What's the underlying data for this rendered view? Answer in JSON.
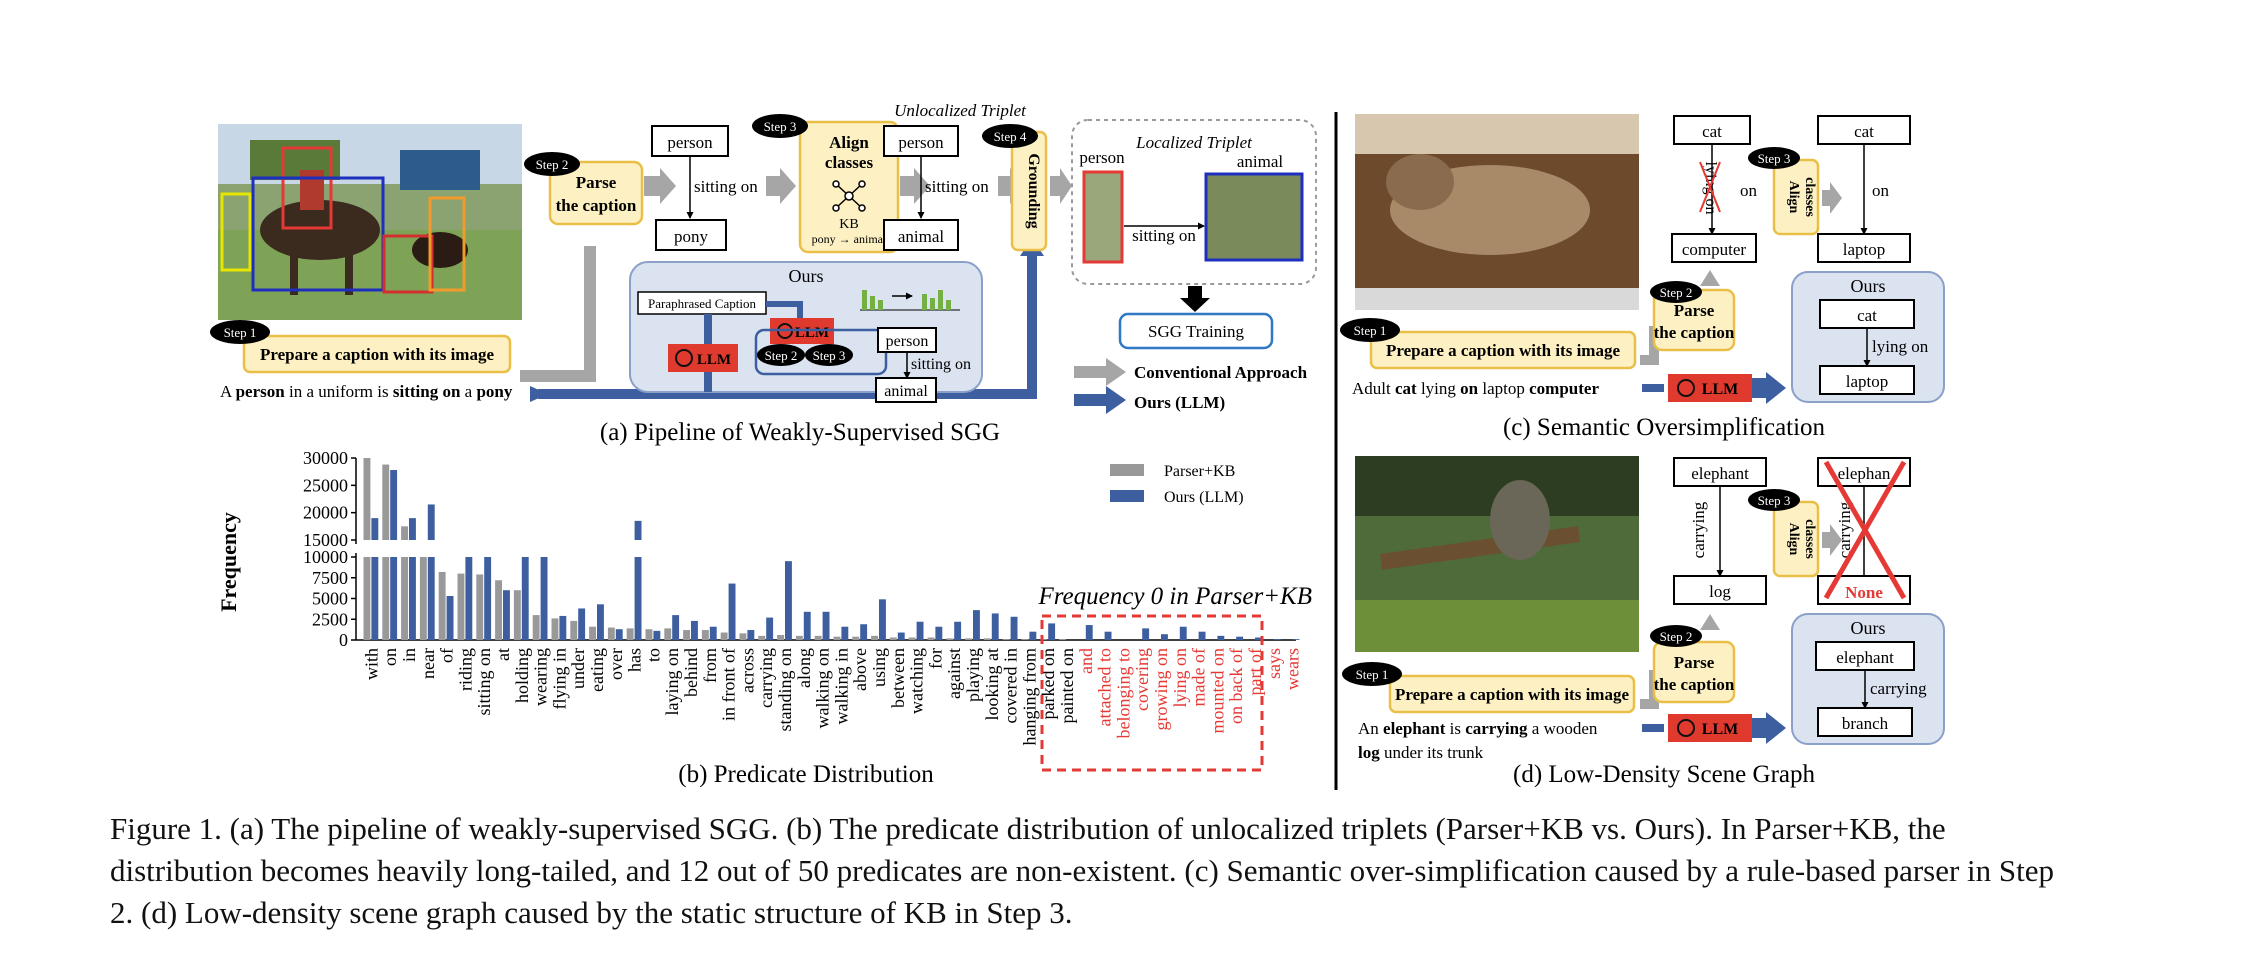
{
  "panel_a": {
    "caption": "(a) Pipeline of Weakly-Supervised SGG",
    "step1": "Step 1",
    "step1_box": "Prepare a caption with its image",
    "sentence": [
      {
        "t": "A ",
        "b": false
      },
      {
        "t": "person",
        "b": true
      },
      {
        "t": " in a uniform is ",
        "b": false
      },
      {
        "t": "sitting on",
        "b": true
      },
      {
        "t": " a ",
        "b": false
      },
      {
        "t": "pony",
        "b": true
      }
    ],
    "step2": "Step 2",
    "parse_line1": "Parse",
    "parse_line2": "the caption",
    "subject1": "person",
    "predicate1": "sitting on",
    "object1": "pony",
    "step3": "Step 3",
    "align_line1": "Align",
    "align_line2": "classes",
    "kb_label": "KB",
    "kb_mapping": "pony → animal",
    "unlocalized_label": "Unlocalized Triplet",
    "subject2": "person",
    "predicate2": "sitting on",
    "object2": "animal",
    "step4": "Step 4",
    "grounding": "Grounding",
    "localized_label": "Localized Triplet",
    "loc_subject": "person",
    "loc_object": "animal",
    "loc_predicate": "sitting on",
    "sgg_training": "SGG Training",
    "ours_title": "Ours",
    "paraphrased": "Paraphrased Caption",
    "llm": "LLM",
    "ours_subject": "person",
    "ours_predicate": "sitting on",
    "ours_object": "animal",
    "legend_conventional": "Conventional Approach",
    "legend_ours": "Ours (LLM)",
    "colors": {
      "gray_arrow": "#a6a6a6",
      "blue_arrow": "#3d5fa0",
      "yellow_fill": "#fdf0c2",
      "yellow_border": "#e9bf48",
      "ours_panel": "#dbe3f1",
      "llm_red": "#e03a2f"
    }
  },
  "panel_b": {
    "caption": "(b) Predicate Distribution",
    "ylabel": "Frequency",
    "zero_label": "Frequency 0 in Parser+KB",
    "legend": [
      "Parser+KB",
      "Ours (LLM)"
    ],
    "chart_data": {
      "type": "bar",
      "title": "",
      "xlabel": "",
      "ylabel": "Frequency",
      "y_axis": "broken: lower segment 0–10000, upper segment 15000–30000",
      "upper_ticks": [
        "30000",
        "25000",
        "20000",
        "15000"
      ],
      "lower_ticks": [
        "10000",
        "7500",
        "5000",
        "2500",
        "0"
      ],
      "categories": [
        "with",
        "on",
        "in",
        "near",
        "of",
        "riding",
        "sitting on",
        "at",
        "holding",
        "wearing",
        "flying in",
        "under",
        "eating",
        "over",
        "has",
        "to",
        "laying on",
        "behind",
        "from",
        "in front of",
        "across",
        "carrying",
        "standing on",
        "along",
        "walking on",
        "walking in",
        "above",
        "using",
        "between",
        "watching",
        "for",
        "against",
        "playing",
        "looking at",
        "covered in",
        "hanging from",
        "parked on",
        "painted on",
        "and",
        "attached to",
        "belonging to",
        "covering",
        "growing on",
        "lying on",
        "made of",
        "mounted on",
        "on back of",
        "part of",
        "says",
        "wears"
      ],
      "series": [
        {
          "name": "Parser+KB",
          "values": [
            30000,
            28800,
            17500,
            10000,
            8200,
            8000,
            7900,
            7200,
            6000,
            3000,
            2600,
            2300,
            1600,
            1500,
            1400,
            1300,
            1400,
            1200,
            1200,
            900,
            800,
            500,
            600,
            500,
            500,
            400,
            400,
            500,
            300,
            300,
            300,
            200,
            200,
            200,
            100,
            100,
            100,
            100,
            0,
            0,
            0,
            0,
            0,
            0,
            0,
            0,
            0,
            0,
            0,
            0
          ]
        },
        {
          "name": "Ours (LLM)",
          "values": [
            19000,
            27800,
            19000,
            21500,
            5300,
            10000,
            10000,
            6000,
            10000,
            10000,
            2900,
            3800,
            4300,
            1300,
            18500,
            1100,
            3000,
            2300,
            1600,
            6800,
            1200,
            2700,
            9500,
            3400,
            3400,
            1600,
            1900,
            4900,
            900,
            2200,
            1600,
            2200,
            3600,
            3200,
            2800,
            1000,
            2000,
            0,
            1800,
            1000,
            0,
            1400,
            700,
            1600,
            1000,
            500,
            400,
            300,
            100,
            100
          ]
        }
      ],
      "categories_highlighted": [
        "and",
        "attached to",
        "belonging to",
        "covering",
        "growing on",
        "lying on",
        "made of",
        "mounted on",
        "on back of",
        "part of",
        "says",
        "wears"
      ]
    }
  },
  "panel_c": {
    "caption": "(c) Semantic Oversimplification",
    "step1": "Step 1",
    "step1_box": "Prepare a caption with its image",
    "sentence": [
      {
        "t": "Adult ",
        "b": false
      },
      {
        "t": "cat",
        "b": true
      },
      {
        "t": " lying ",
        "b": false
      },
      {
        "t": "on",
        "b": true
      },
      {
        "t": " laptop ",
        "b": false
      },
      {
        "t": "computer",
        "b": true
      }
    ],
    "step2": "Step 2",
    "parse_line1": "Parse",
    "parse_line2": "the caption",
    "step3": "Step 3",
    "align_line1": "Align",
    "align_line2": "classes",
    "left_subject": "cat",
    "left_struck": "lying on",
    "left_predicate": "on",
    "left_object": "computer",
    "right_subject": "cat",
    "right_predicate": "on",
    "right_object": "laptop",
    "ours_title": "Ours",
    "ours_subject": "cat",
    "ours_predicate": "lying on",
    "ours_object": "laptop",
    "llm": "LLM"
  },
  "panel_d": {
    "caption": "(d) Low-Density Scene Graph",
    "step1": "Step 1",
    "step1_box": "Prepare a caption with its image",
    "sentence_line1": [
      {
        "t": "An ",
        "b": false
      },
      {
        "t": "elephant",
        "b": true
      },
      {
        "t": " is ",
        "b": false
      },
      {
        "t": "carrying",
        "b": true
      },
      {
        "t": " a wooden",
        "b": false
      }
    ],
    "sentence_line2": [
      {
        "t": "log",
        "b": true
      },
      {
        "t": " under its trunk",
        "b": false
      }
    ],
    "step2": "Step 2",
    "parse_line1": "Parse",
    "parse_line2": "the caption",
    "step3": "Step 3",
    "align_line1": "Align",
    "align_line2": "classes",
    "left_subject": "elephant",
    "left_predicate": "carrying",
    "left_object": "log",
    "right_subject": "elephan",
    "right_predicate": "carrying",
    "right_object": "None",
    "ours_title": "Ours",
    "ours_subject": "elephant",
    "ours_predicate": "carrying",
    "ours_object": "branch",
    "llm": "LLM"
  },
  "figure_caption": "Figure 1. (a) The pipeline of weakly-supervised SGG. (b) The predicate distribution of unlocalized triplets (Parser+KB vs. Ours). In Parser+KB, the distribution becomes heavily long-tailed, and 12 out of 50 predicates are non-existent. (c) Semantic over-simplification caused by a rule-based parser in Step 2. (d) Low-density scene graph caused by the static structure of KB in Step 3."
}
